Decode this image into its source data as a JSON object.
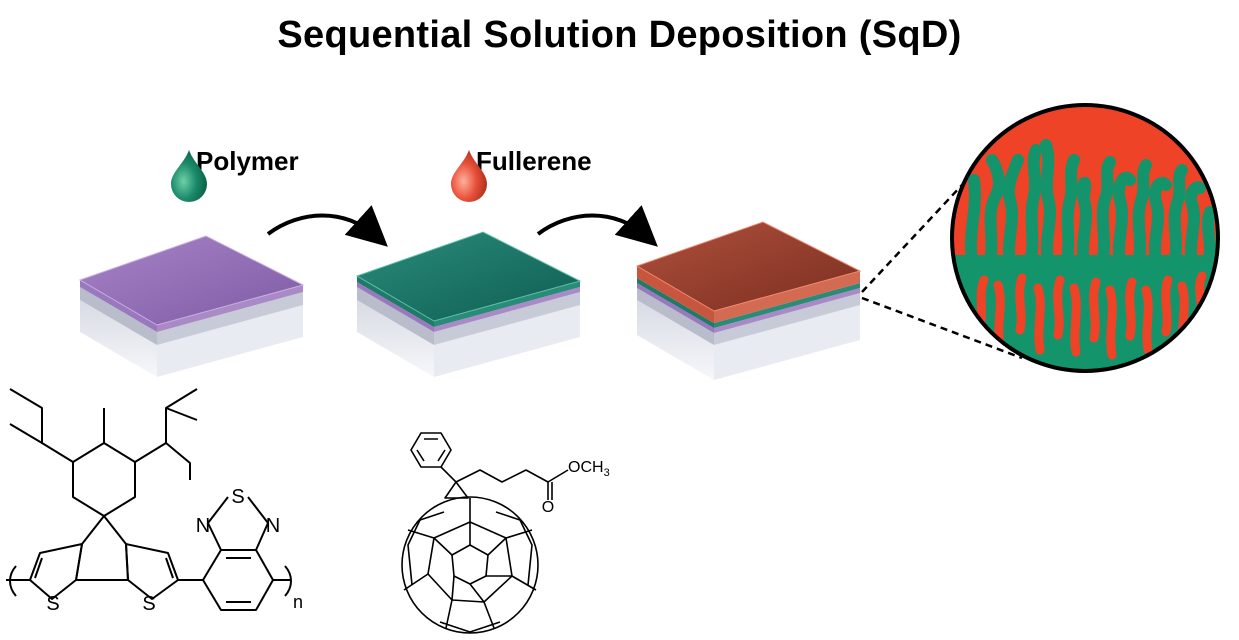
{
  "title": "Sequential Solution Deposition (SqD)",
  "steps": {
    "polymer_label": "Polymer",
    "fullerene_label": "Fullerene"
  },
  "colors": {
    "polymer_film": "#8e6ab0",
    "polymer_drop": "#1a8a6a",
    "fullerene_drop": "#e8503a",
    "fullerene_film": "#8a3a2a",
    "zoom_red": "#ee4326",
    "zoom_green": "#14946a"
  },
  "structures": {
    "polymer": {
      "atoms": [
        "S",
        "S",
        "S",
        "N",
        "N"
      ],
      "repeat_subscript": "n"
    },
    "fullerene": {
      "ester_group": "OCH",
      "ester_subscript": "3",
      "carbonyl_O": "O"
    }
  }
}
